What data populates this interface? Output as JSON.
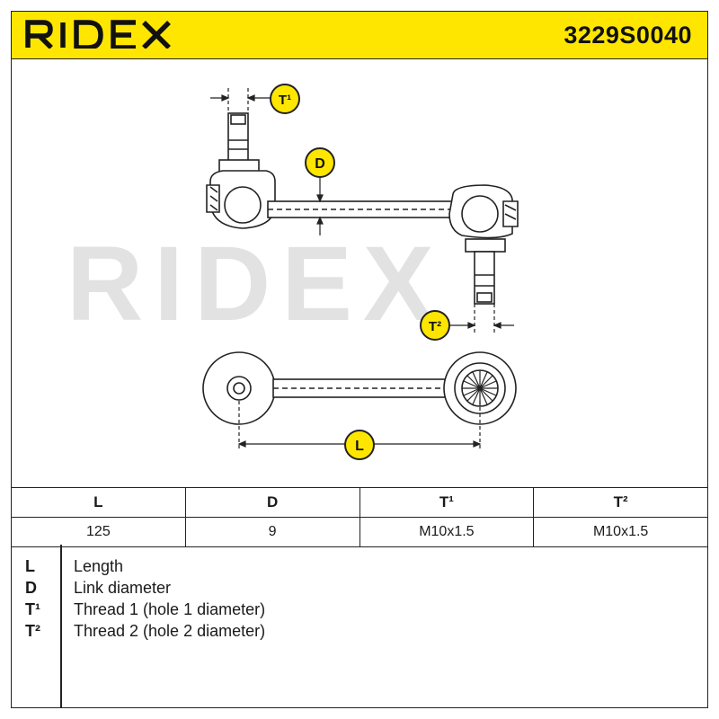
{
  "header": {
    "brand": "RIDEX",
    "part_number": "3229S0040"
  },
  "watermark": "RIDEX",
  "colors": {
    "header_bg": "#ffe600",
    "marker_bg": "#ffe600",
    "line": "#222222",
    "watermark": "#e2e2e2"
  },
  "dimension_labels": {
    "thread1": "T¹",
    "thread2": "T²",
    "diameter": "D",
    "length": "L"
  },
  "table": {
    "headers": [
      "L",
      "D",
      "T¹",
      "T²"
    ],
    "values": [
      "125",
      "9",
      "M10x1.5",
      "M10x1.5"
    ]
  },
  "legend": [
    {
      "key": "L",
      "label": "Length"
    },
    {
      "key": "D",
      "label": "Link diameter"
    },
    {
      "key": "T¹",
      "label": "Thread 1 (hole 1 diameter)"
    },
    {
      "key": "T²",
      "label": "Thread 2 (hole 2 diameter)"
    }
  ]
}
